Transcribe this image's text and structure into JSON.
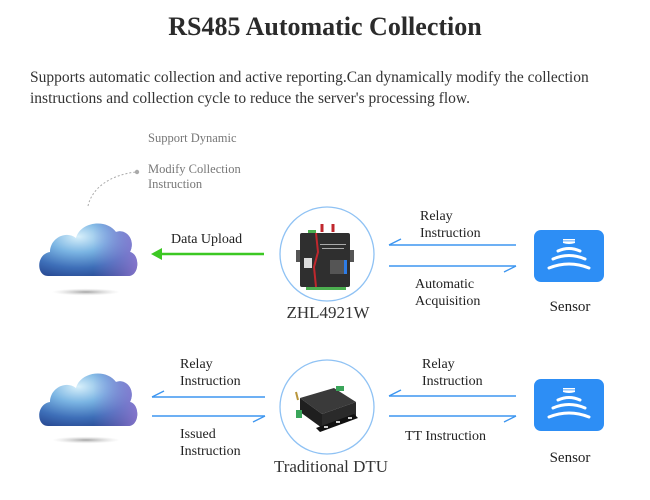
{
  "title": "RS485 Automatic Collection",
  "description": "Supports automatic collection and active reporting.Can dynamically modify the collection instructions and collection cycle to reduce the server's processing flow.",
  "colors": {
    "arrow_blue": "#3d96f0",
    "arrow_green": "#3cc823",
    "circle": "#8fc2f4",
    "sensor_bg": "#2d8ef5"
  },
  "top_row": {
    "note_line1": "Support Dynamic",
    "note_line2": "Modify Collection",
    "note_line3": "Instruction",
    "cloud_icon": "cloud-icon",
    "upload_label": "Data Upload",
    "device_label": "ZHL4921W",
    "relay_line1": "Relay",
    "relay_line2": "Instruction",
    "auto_line1": "Automatic",
    "auto_line2": "Acquisition",
    "sensor_label": "Sensor"
  },
  "bottom_row": {
    "cloud_icon": "cloud-icon",
    "relay_left_line1": "Relay",
    "relay_left_line2": "Instruction",
    "issued_line1": "Issued",
    "issued_line2": "Instruction",
    "device_label": "Traditional DTU",
    "relay_right_line1": "Relay",
    "relay_right_line2": "Instruction",
    "tt_label": "TT Instruction",
    "sensor_label": "Sensor"
  }
}
